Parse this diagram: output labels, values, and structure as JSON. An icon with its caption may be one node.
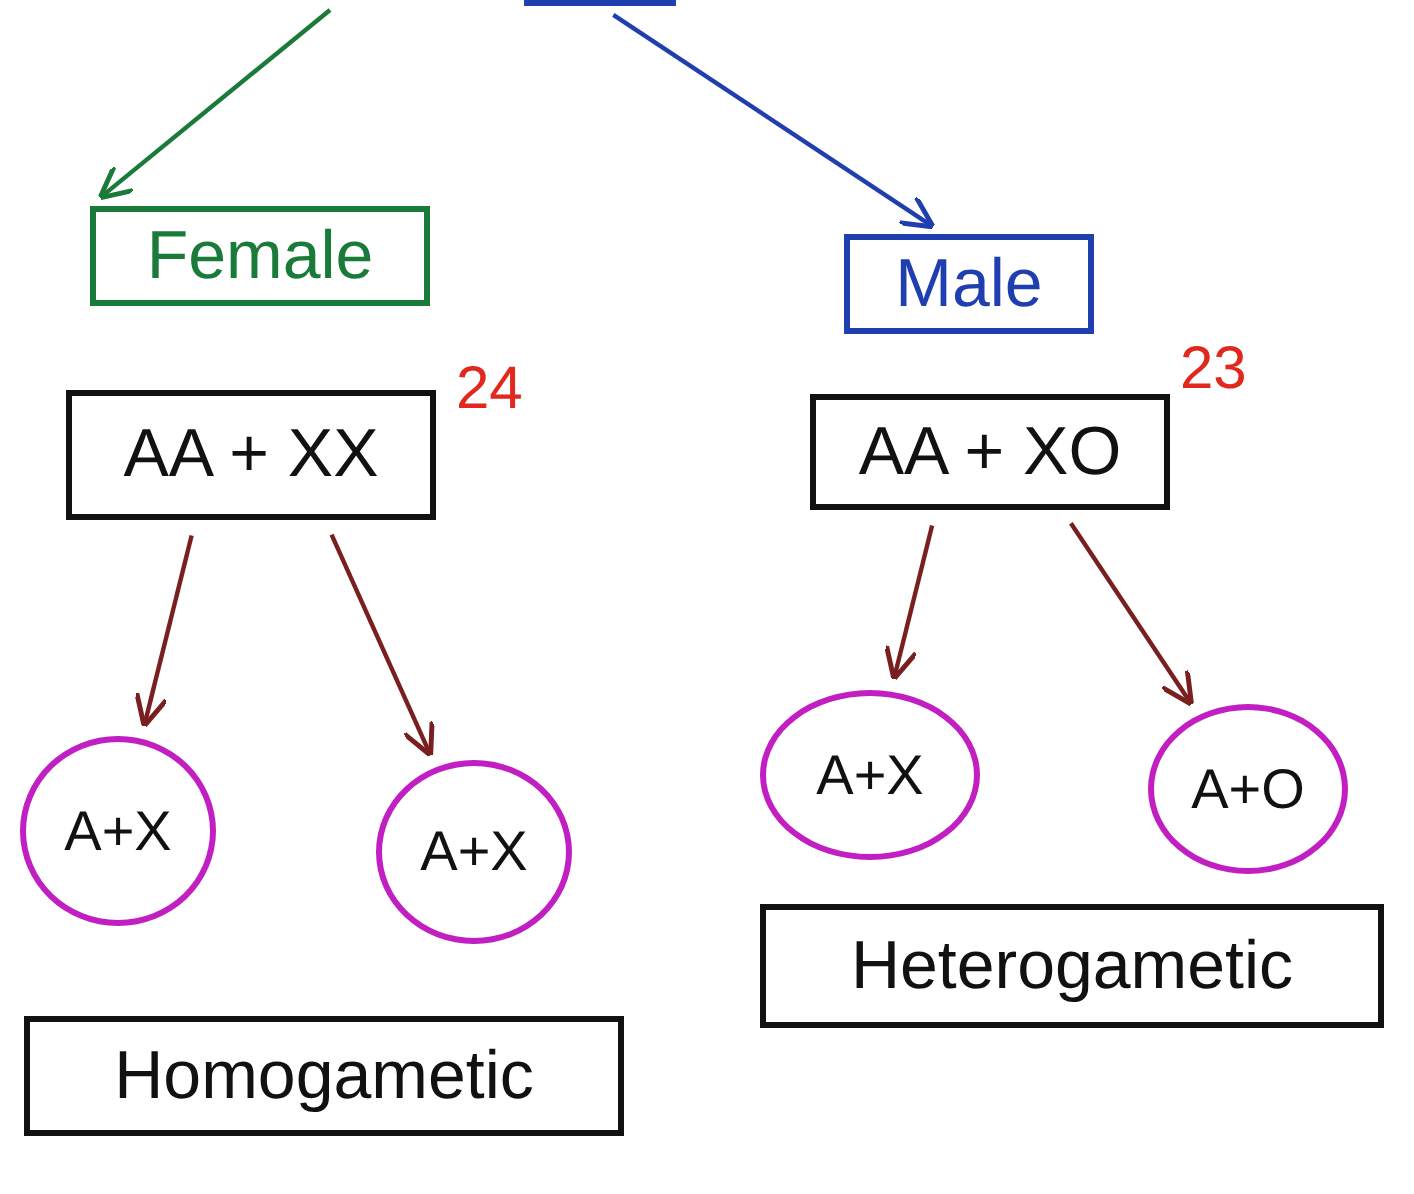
{
  "diagram": {
    "nodes": [
      {
        "text": [],
        "shape": "box"
      },
      {
        "text": [
          "Female"
        ]
      },
      {
        "text": [
          "Male"
        ]
      },
      {
        "text": [
          "AA + XX"
        ],
        "beside": [
          "24"
        ]
      },
      {
        "text": [
          "AA + XO"
        ],
        "beside": [
          "23"
        ]
      },
      {
        "text": [
          "A+X"
        ]
      },
      {
        "text": [
          "A+X"
        ]
      },
      {
        "text": [
          "A+X"
        ]
      },
      {
        "text": [
          "A+O"
        ]
      },
      {
        "text": [
          "Homogametic"
        ]
      },
      {
        "text": [
          "Heterogametic"
        ]
      }
    ],
    "edges": [
      {
        "from": null,
        "to": 1,
        "arrow": "to",
        "color": "#1a7a3a"
      },
      {
        "from": 0,
        "to": 2,
        "arrow": "to",
        "color": "#1f3fb0"
      },
      {
        "from": 3,
        "to": 5,
        "arrow": "to"
      },
      {
        "from": 3,
        "to": 6,
        "arrow": "to"
      },
      {
        "from": 4,
        "to": 7,
        "arrow": "to"
      },
      {
        "from": 4,
        "to": 8,
        "arrow": "to"
      }
    ]
  }
}
